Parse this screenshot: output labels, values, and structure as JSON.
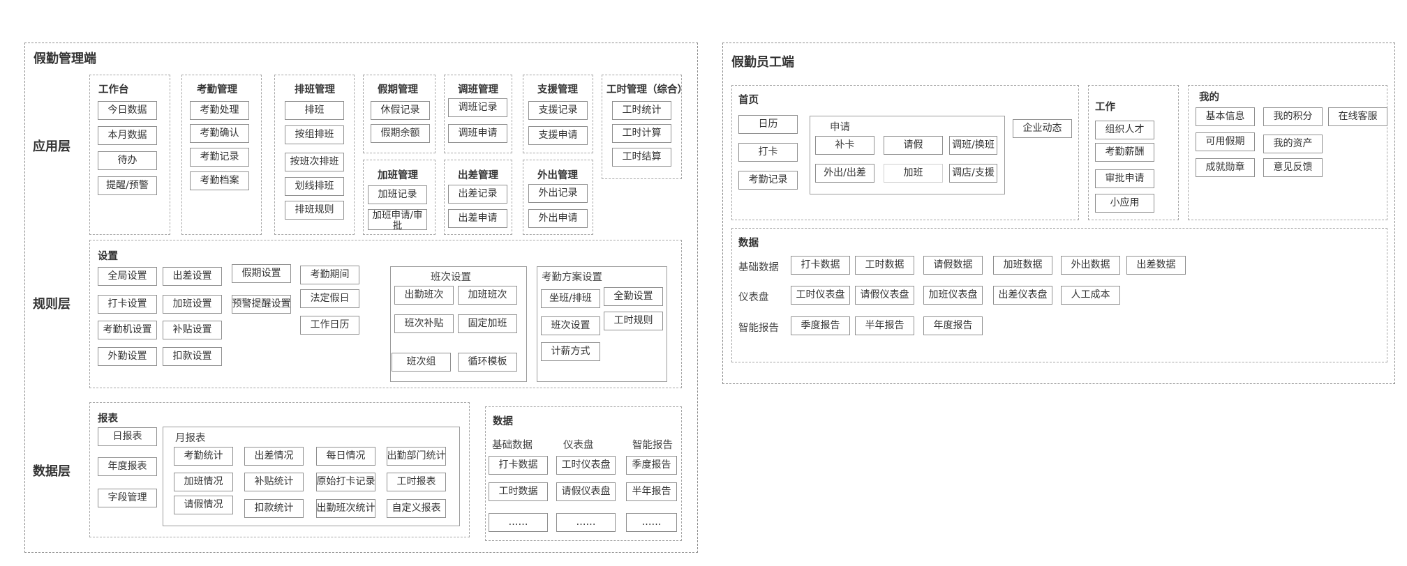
{
  "admin": {
    "title": "假勤管理端",
    "layers": {
      "app": "应用层",
      "rule": "规则层",
      "data": "数据层"
    },
    "workbench": {
      "title": "工作台",
      "items": [
        "今日数据",
        "本月数据",
        "待办",
        "提醒/预警"
      ]
    },
    "attendance": {
      "title": "考勤管理",
      "items": [
        "考勤处理",
        "考勤确认",
        "考勤记录",
        "考勤档案"
      ]
    },
    "schedule": {
      "title": "排班管理",
      "items": [
        "排班",
        "按组排班",
        "按班次排班",
        "划线排班",
        "排班规则"
      ]
    },
    "leave": {
      "title": "假期管理",
      "items": [
        "休假记录",
        "假期余额"
      ]
    },
    "swap": {
      "title": "调班管理",
      "items": [
        "调班记录",
        "调班申请"
      ]
    },
    "support": {
      "title": "支援管理",
      "items": [
        "支援记录",
        "支援申请"
      ]
    },
    "worktime": {
      "title": "工时管理（综合）",
      "items": [
        "工时统计",
        "工时计算",
        "工时结算"
      ]
    },
    "overtime": {
      "title": "加班管理",
      "items": [
        "加班记录",
        "加班申请/审批"
      ]
    },
    "trip": {
      "title": "出差管理",
      "items": [
        "出差记录",
        "出差申请"
      ]
    },
    "outing": {
      "title": "外出管理",
      "items": [
        "外出记录",
        "外出申请"
      ]
    },
    "settings": {
      "title": "设置",
      "col1": [
        "全局设置",
        "打卡设置",
        "考勤机设置",
        "外勤设置"
      ],
      "col2": [
        "出差设置",
        "加班设置",
        "补贴设置",
        "扣款设置"
      ],
      "col3": [
        "假期设置",
        "预警提醒设置"
      ],
      "col4": [
        "考勤期间",
        "法定假日",
        "工作日历"
      ],
      "shift": {
        "title": "班次设置",
        "items": [
          "出勤班次",
          "加班班次",
          "班次补贴",
          "固定加班",
          "班次组",
          "循环模板"
        ]
      },
      "plan": {
        "title": "考勤方案设置",
        "items": [
          "坐班/排班",
          "全勤设置",
          "班次设置",
          "工时规则",
          "计薪方式"
        ]
      }
    },
    "reports": {
      "title": "报表",
      "items": [
        "日报表",
        "年度报表",
        "字段管理"
      ],
      "monthly": {
        "title": "月报表",
        "items": [
          "考勤统计",
          "出差情况",
          "每日情况",
          "出勤部门统计",
          "加班情况",
          "补贴统计",
          "原始打卡记录",
          "工时报表",
          "请假情况",
          "扣款统计",
          "出勤班次统计",
          "自定义报表"
        ]
      }
    },
    "data": {
      "title": "数据",
      "basic": {
        "title": "基础数据",
        "items": [
          "打卡数据",
          "工时数据",
          "……"
        ]
      },
      "dashboard": {
        "title": "仪表盘",
        "items": [
          "工时仪表盘",
          "请假仪表盘",
          "……"
        ]
      },
      "smart": {
        "title": "智能报告",
        "items": [
          "季度报告",
          "半年报告",
          "……"
        ]
      }
    }
  },
  "employee": {
    "title": "假勤员工端",
    "home": {
      "title": "首页",
      "items": [
        "日历",
        "打卡",
        "考勤记录"
      ],
      "apply": {
        "title": "申请",
        "items": [
          "补卡",
          "请假",
          "调班/换班",
          "外出/出差",
          "加班",
          "调店/支援"
        ]
      },
      "news": "企业动态"
    },
    "work": {
      "title": "工作",
      "items": [
        "组织人才",
        "考勤薪酬",
        "审批申请",
        "小应用"
      ]
    },
    "mine": {
      "title": "我的",
      "items": [
        "基本信息",
        "我的积分",
        "在线客服",
        "可用假期",
        "我的资产",
        "成就勋章",
        "意见反馈"
      ]
    },
    "data": {
      "title": "数据",
      "basic": {
        "label": "基础数据",
        "items": [
          "打卡数据",
          "工时数据",
          "请假数据",
          "加班数据",
          "外出数据",
          "出差数据"
        ]
      },
      "dashboard": {
        "label": "仪表盘",
        "items": [
          "工时仪表盘",
          "请假仪表盘",
          "加班仪表盘",
          "出差仪表盘",
          "人工成本"
        ]
      },
      "smart": {
        "label": "智能报告",
        "items": [
          "季度报告",
          "半年报告",
          "年度报告"
        ]
      }
    }
  }
}
